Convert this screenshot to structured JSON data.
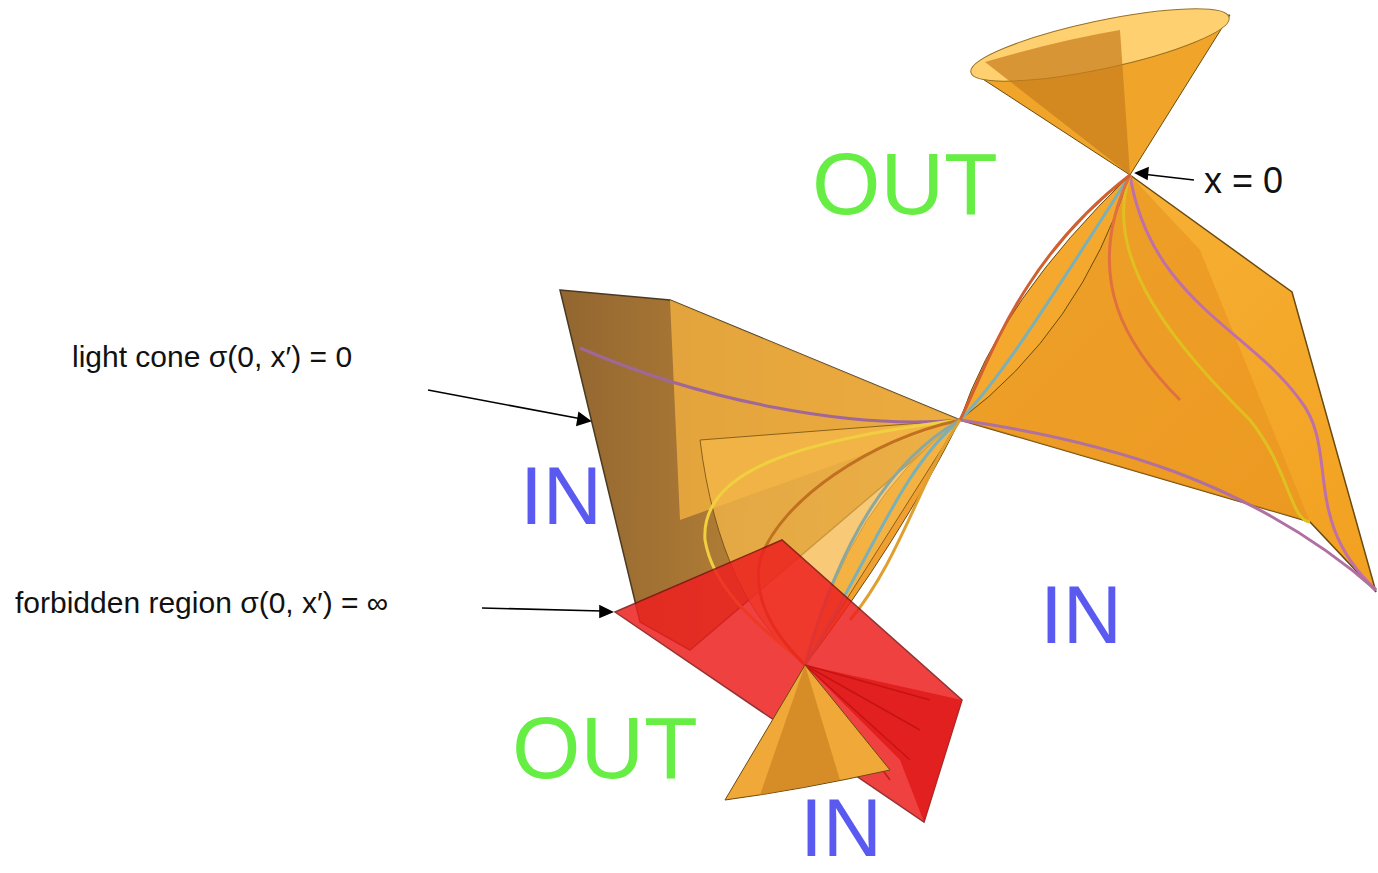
{
  "diagram": {
    "labels": [
      "OUT",
      "x = 0",
      "light cone σ(0, x′) = 0",
      "IN",
      "IN",
      "forbidden region σ(0, x′) = ∞",
      "OUT",
      "IN"
    ]
  }
}
